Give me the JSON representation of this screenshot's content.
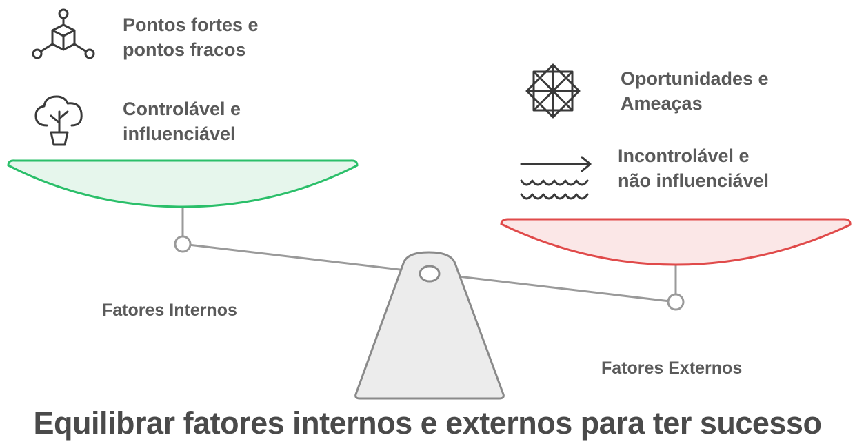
{
  "left": {
    "items": [
      {
        "icon": "cube-network-icon",
        "lines": [
          "Pontos fortes e",
          "pontos fracos"
        ]
      },
      {
        "icon": "plant-cloud-icon",
        "lines": [
          "Controlável e",
          "influenciável"
        ]
      }
    ],
    "side_label": "Fatores Internos",
    "pan_color": "#2bbf6a"
  },
  "right": {
    "items": [
      {
        "icon": "geometric-star-icon",
        "lines": [
          "Oportunidades e",
          "Ameaças"
        ]
      },
      {
        "icon": "arrow-waves-icon",
        "lines": [
          "Incontrolável e",
          "não influenciável"
        ]
      }
    ],
    "side_label": "Fatores Externos",
    "pan_color": "#e04a4a"
  },
  "title": "Equilibrar fatores internos e externos para ter sucesso"
}
